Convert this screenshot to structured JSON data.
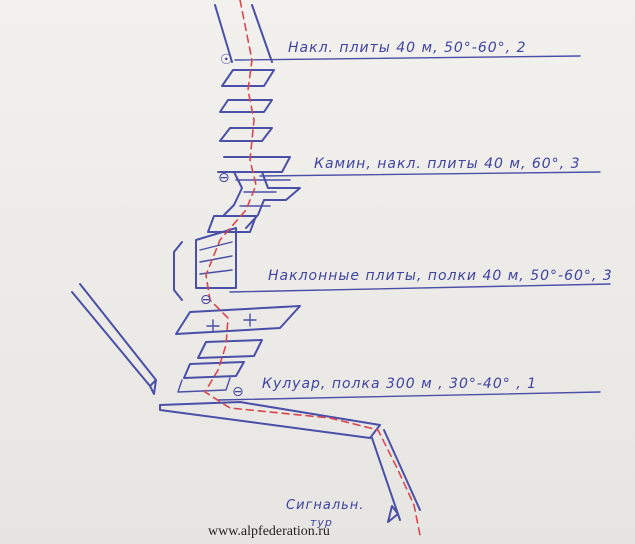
{
  "colors": {
    "ink": "#4a4fa8",
    "route": "#d8474f",
    "paper": "#efeeea"
  },
  "labels": [
    {
      "marker": "",
      "text": "Накл. плиты  40 м,  50°-60°,  2"
    },
    {
      "marker": "",
      "text": "Камин, накл. плиты  40 м, 60°, 3"
    },
    {
      "marker": "",
      "text": "Наклонные плиты, полки  40 м,  50°-60°,  3"
    },
    {
      "marker": "",
      "text": "Кулуар, полка  300 м ,  30°-40° ,  1"
    }
  ],
  "markers": [
    "☉",
    "⊖",
    "⊖",
    "⊖"
  ],
  "bottom_caption": {
    "line1": "Сигнальн.",
    "line2": "тур"
  },
  "source_credit": "www.alpfederation.ru"
}
